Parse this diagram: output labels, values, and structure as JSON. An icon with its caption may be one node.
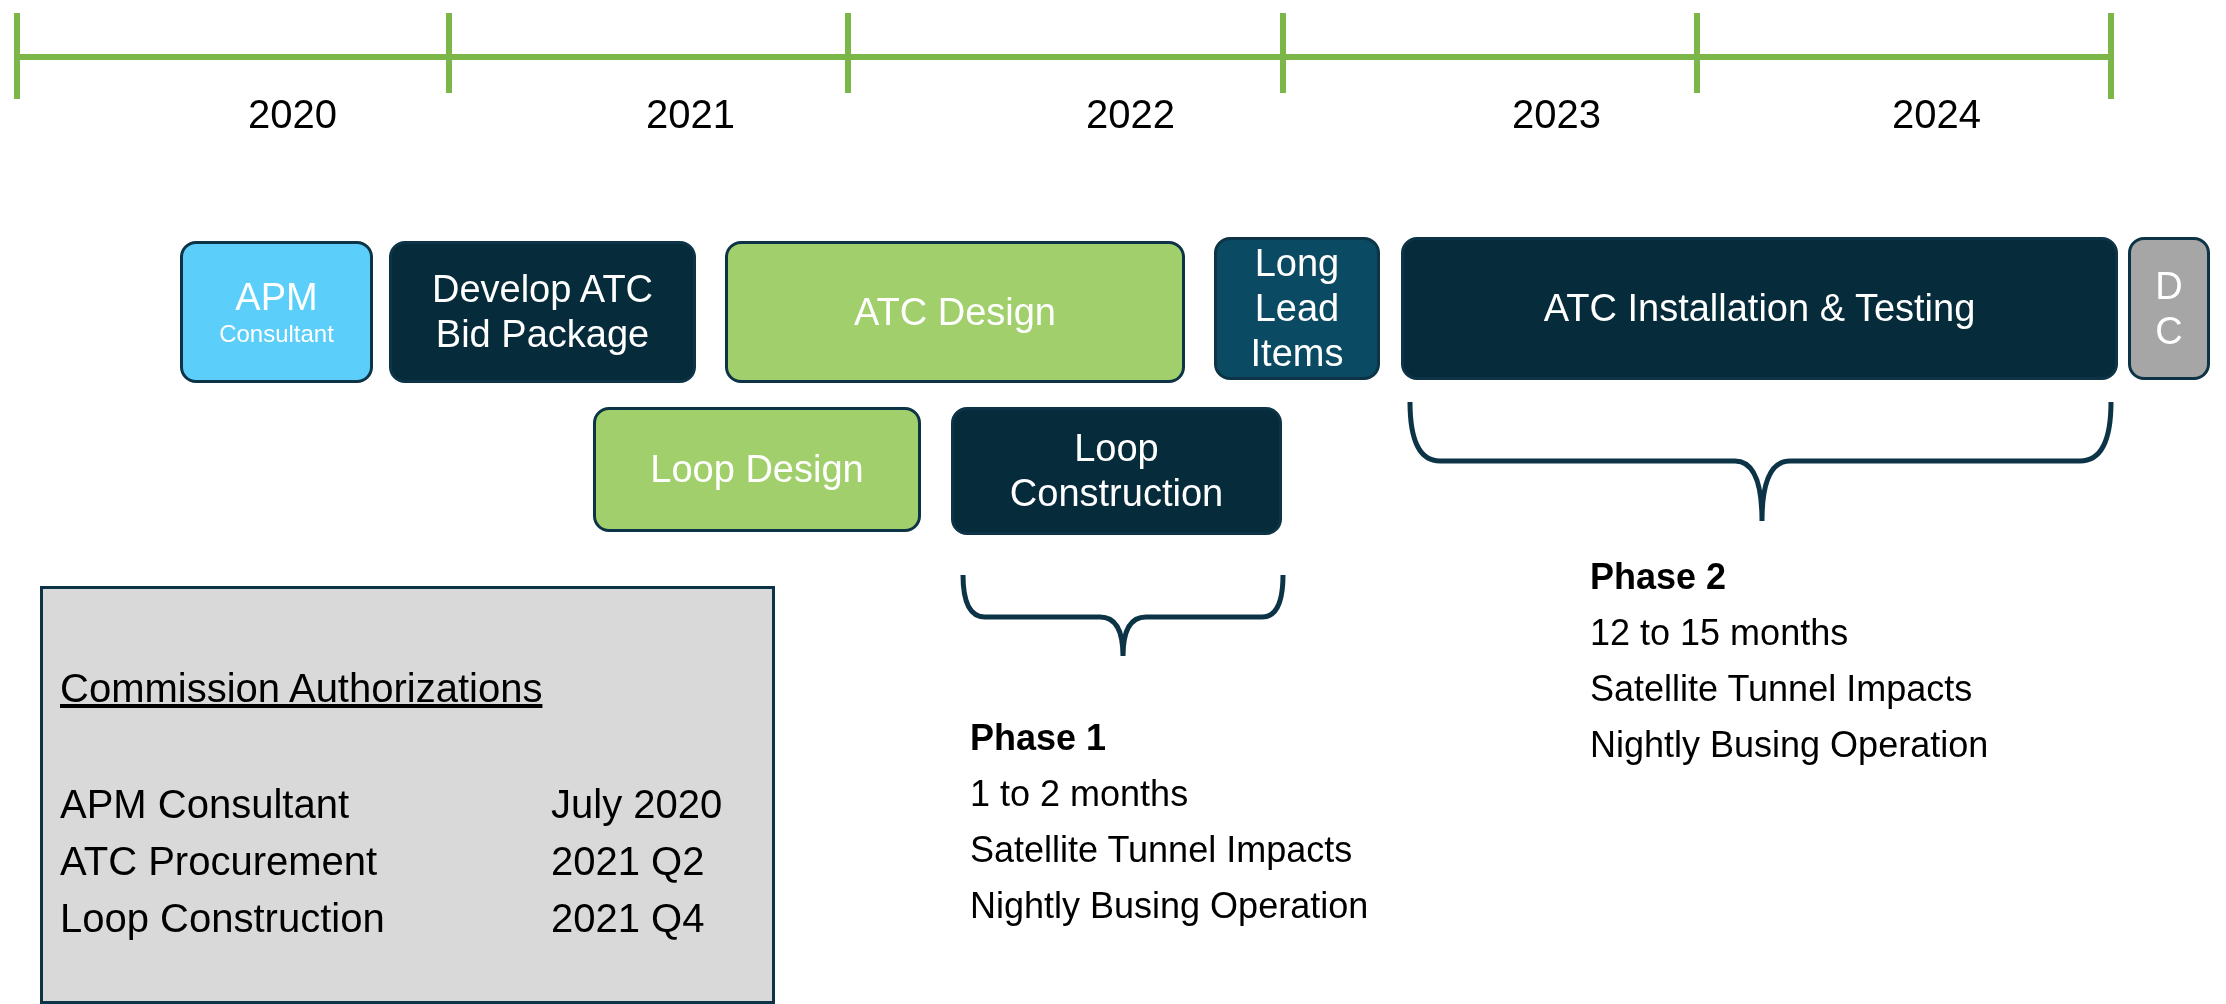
{
  "diagram": {
    "nodes": [
      {
        "text": [
          "APM",
          "Consultant"
        ]
      },
      {
        "text": [
          "Develop ATC Bid Package"
        ]
      },
      {
        "text": [
          "ATC Design"
        ]
      },
      {
        "text": [
          "Long Lead Items"
        ]
      },
      {
        "text": [
          "ATC Installation & Testing"
        ]
      },
      {
        "text": [
          "D C"
        ]
      },
      {
        "text": [
          "Loop Design"
        ]
      },
      {
        "text": [
          "Loop Construction"
        ]
      },
      {
        "text": [
          "Commission Authorizations",
          "APM Consultant",
          "July 2020",
          "ATC Procurement",
          "2021 Q2",
          "Loop Construction",
          "2021 Q4"
        ]
      }
    ],
    "labels": [
      "2020",
      "2021",
      "2022",
      "2023",
      "2024",
      "Phase 1",
      "1 to 2 months",
      "Satellite Tunnel Impacts",
      "Nightly Busing Operation",
      "Phase 2",
      "12 to 15 months",
      "Satellite Tunnel Impacts",
      "Nightly Busing Operation"
    ]
  }
}
